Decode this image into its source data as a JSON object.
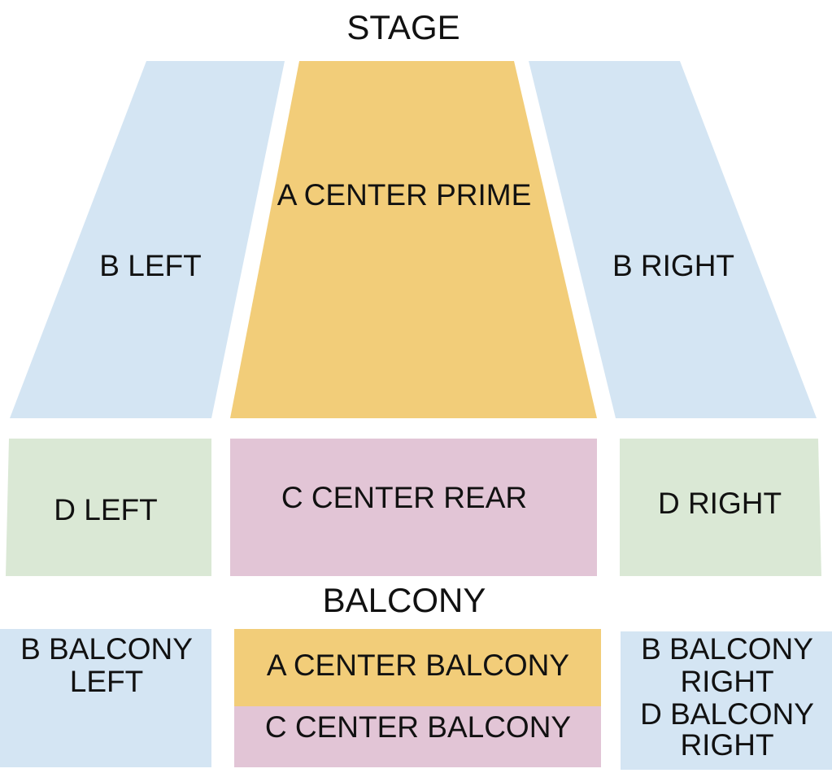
{
  "headings": {
    "stage": "STAGE",
    "balcony": "BALCONY"
  },
  "sections": {
    "b_left": {
      "label": "B LEFT",
      "color": "#d4e5f3"
    },
    "a_center_prime": {
      "label": "A CENTER PRIME",
      "color": "#f2cd79"
    },
    "b_right": {
      "label": "B RIGHT",
      "color": "#d4e5f3"
    },
    "d_left": {
      "label": "D LEFT",
      "color": "#dae8d5"
    },
    "c_center_rear": {
      "label": "C CENTER REAR",
      "color": "#e2c5d6"
    },
    "d_right": {
      "label": "D RIGHT",
      "color": "#dae8d5"
    },
    "b_balcony_left": {
      "label_line1": "B BALCONY",
      "label_line2": "LEFT",
      "color": "#d4e5f3"
    },
    "a_center_balcony": {
      "label": "A CENTER BALCONY",
      "color": "#f2cd79"
    },
    "c_center_balcony": {
      "label": "C CENTER BALCONY",
      "color": "#e2c5d6"
    },
    "b_balcony_right": {
      "label_line1": "B BALCONY",
      "label_line2": "RIGHT",
      "color": "#d4e5f3"
    },
    "d_balcony_right": {
      "label_line1": "D BALCONY",
      "label_line2": "RIGHT"
    }
  }
}
